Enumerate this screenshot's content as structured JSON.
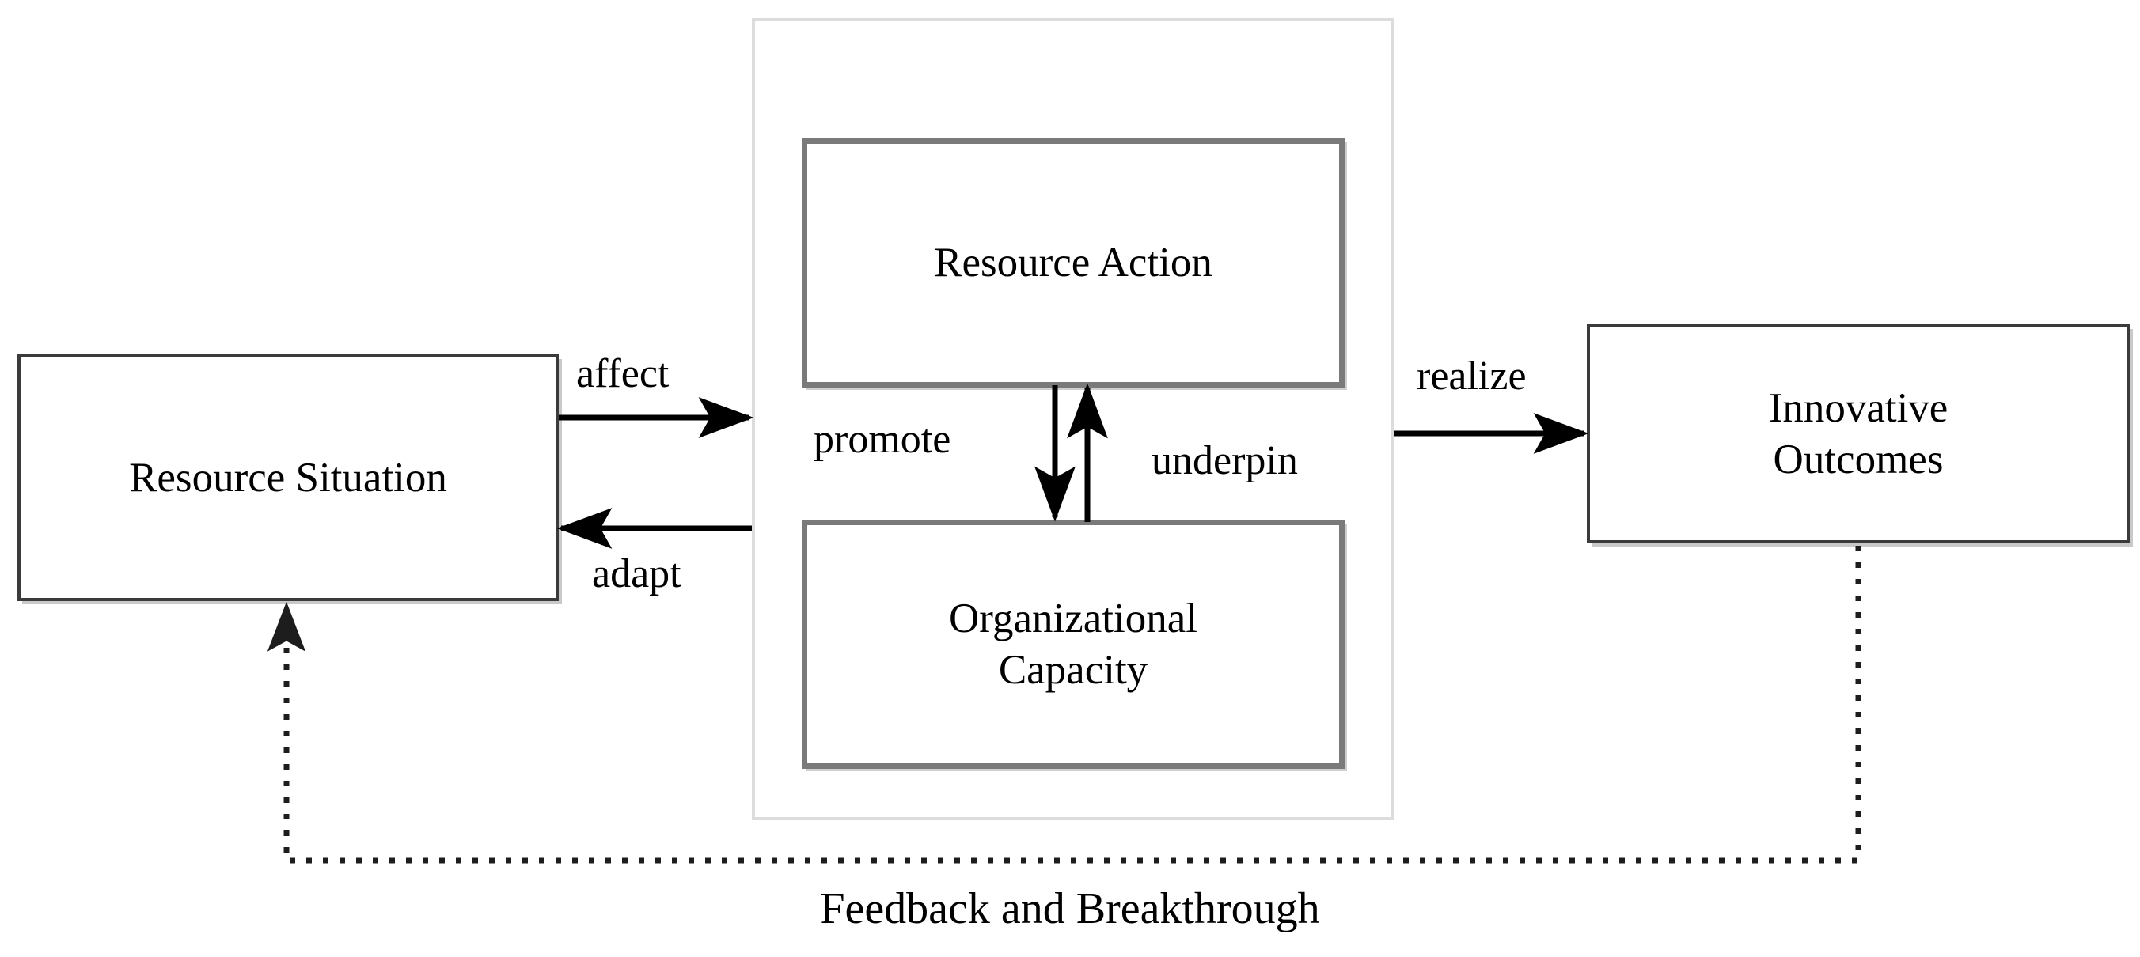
{
  "diagram": {
    "title_caption": "Feedback and Breakthrough",
    "nodes": [
      {
        "id": "resource-situation",
        "label": "Resource Situation",
        "label_line1": "Resource Situation",
        "label_line2": ""
      },
      {
        "id": "resource-action",
        "label": "Resource Action",
        "label_line1": "Resource Action",
        "label_line2": ""
      },
      {
        "id": "organizational-capacity",
        "label": "Organizational Capacity",
        "label_line1": "Organizational",
        "label_line2": "Capacity"
      },
      {
        "id": "innovative-outcomes",
        "label": "Innovative Outcomes",
        "label_line1": "Innovative",
        "label_line2": "Outcomes"
      }
    ],
    "edges": [
      {
        "id": "affect",
        "label": "affect",
        "from": "resource-situation",
        "to": "resource-action",
        "style": "solid",
        "direction": "right"
      },
      {
        "id": "adapt",
        "label": "adapt",
        "from": "organizational-capacity",
        "to": "resource-situation",
        "style": "solid",
        "direction": "left"
      },
      {
        "id": "promote",
        "label": "promote",
        "from": "resource-action",
        "to": "organizational-capacity",
        "style": "solid",
        "direction": "down"
      },
      {
        "id": "underpin",
        "label": "underpin",
        "from": "organizational-capacity",
        "to": "resource-action",
        "style": "solid",
        "direction": "up"
      },
      {
        "id": "realize",
        "label": "realize",
        "from": "resource-action",
        "to": "innovative-outcomes",
        "style": "solid",
        "direction": "right"
      },
      {
        "id": "feedback",
        "label": "Feedback and Breakthrough",
        "from": "innovative-outcomes",
        "to": "resource-situation",
        "style": "dotted",
        "direction": "up"
      }
    ],
    "colors": {
      "background": "#ffffff",
      "text": "#000000",
      "node_border_thin": "#3b3b3b",
      "node_border_thick": "#7a7a7a",
      "node_shadow": "#c9c9c9",
      "group_border": "#dcdcdc",
      "connector": "#000000",
      "dotted_connector": "#3b3b3b"
    }
  }
}
